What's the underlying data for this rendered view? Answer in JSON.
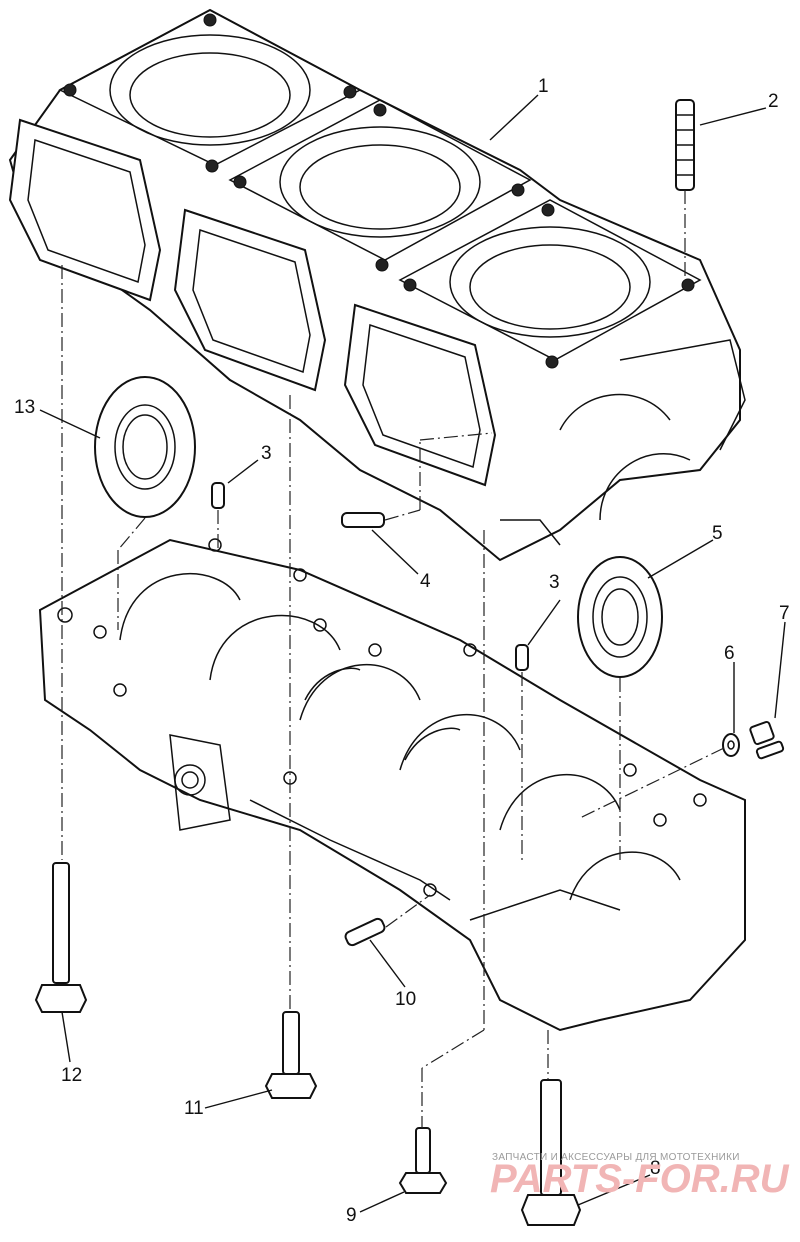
{
  "callouts": [
    {
      "id": "1",
      "label": "1"
    },
    {
      "id": "2",
      "label": "2"
    },
    {
      "id": "3a",
      "label": "3"
    },
    {
      "id": "3b",
      "label": "3"
    },
    {
      "id": "4",
      "label": "4"
    },
    {
      "id": "5",
      "label": "5"
    },
    {
      "id": "6",
      "label": "6"
    },
    {
      "id": "7",
      "label": "7"
    },
    {
      "id": "8",
      "label": "8"
    },
    {
      "id": "9",
      "label": "9"
    },
    {
      "id": "10",
      "label": "10"
    },
    {
      "id": "11",
      "label": "11"
    },
    {
      "id": "12",
      "label": "12"
    },
    {
      "id": "13",
      "label": "13"
    }
  ],
  "watermark": {
    "tagline": "ЗАПЧАСТИ И АКСЕССУАРЫ ДЛЯ МОТОТЕХНИКИ",
    "brand": "PARTS-FOR.RU"
  }
}
